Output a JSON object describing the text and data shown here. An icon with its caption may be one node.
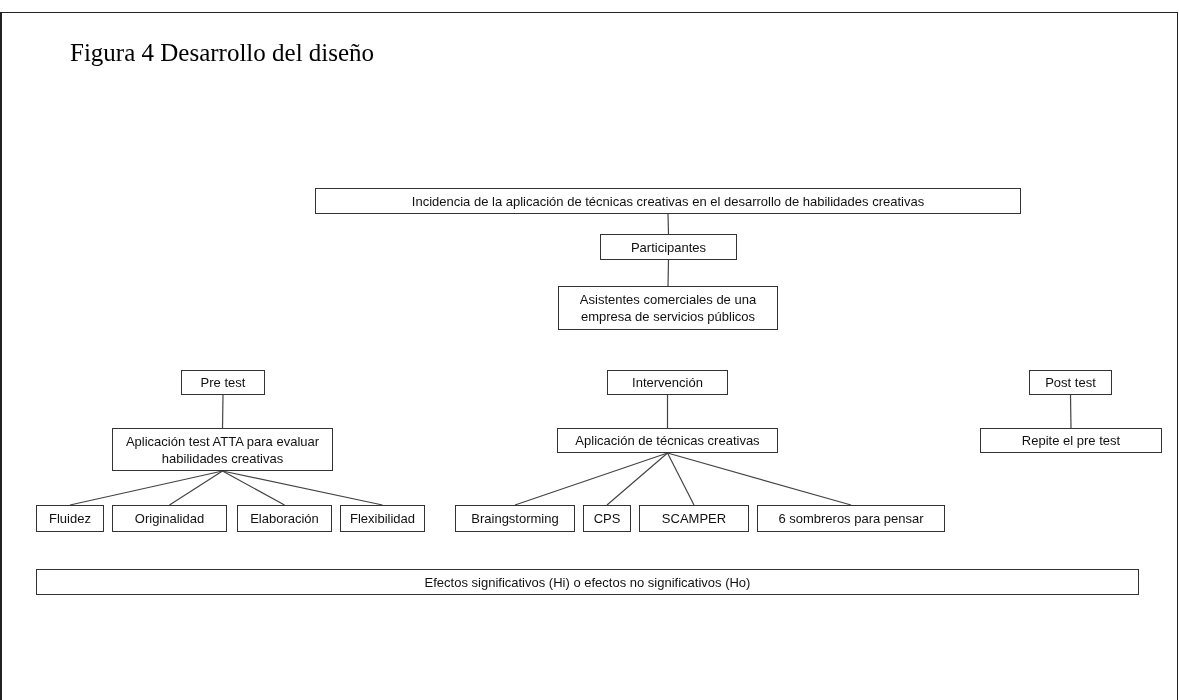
{
  "diagram": {
    "title": "Figura 4 Desarrollo del diseño",
    "nodes": [
      {
        "text": [
          "Incidencia de la aplicación de técnicas creativas en el desarrollo de habilidades creativas"
        ]
      },
      {
        "text": [
          "Participantes"
        ]
      },
      {
        "text": [
          "Asistentes comerciales de una empresa de servicios públicos"
        ]
      },
      {
        "text": [
          "Pre test"
        ]
      },
      {
        "text": [
          "Aplicación test ATTA para evaluar habilidades creativas"
        ]
      },
      {
        "text": [
          "Fluidez"
        ]
      },
      {
        "text": [
          "Originalidad"
        ]
      },
      {
        "text": [
          "Elaboración"
        ]
      },
      {
        "text": [
          "Flexibilidad"
        ]
      },
      {
        "text": [
          "Intervención"
        ]
      },
      {
        "text": [
          "Aplicación de técnicas creativas"
        ]
      },
      {
        "text": [
          "Braingstorming"
        ]
      },
      {
        "text": [
          "CPS"
        ]
      },
      {
        "text": [
          "SCAMPER"
        ]
      },
      {
        "text": [
          "6 sombreros para pensar"
        ]
      },
      {
        "text": [
          "Post test"
        ]
      },
      {
        "text": [
          "Repite el pre test"
        ]
      },
      {
        "text": [
          "Efectos significativos (Hi) o efectos no significativos (Ho)"
        ]
      }
    ],
    "edges": [
      {
        "from": 0,
        "to": 1,
        "arrow": "none"
      },
      {
        "from": 1,
        "to": 2,
        "arrow": "none"
      },
      {
        "from": 3,
        "to": 4,
        "arrow": "none"
      },
      {
        "from": 4,
        "to": 5,
        "arrow": "none"
      },
      {
        "from": 4,
        "to": 6,
        "arrow": "none"
      },
      {
        "from": 4,
        "to": 7,
        "arrow": "none"
      },
      {
        "from": 4,
        "to": 8,
        "arrow": "none"
      },
      {
        "from": 9,
        "to": 10,
        "arrow": "none"
      },
      {
        "from": 10,
        "to": 11,
        "arrow": "none"
      },
      {
        "from": 10,
        "to": 12,
        "arrow": "none"
      },
      {
        "from": 10,
        "to": 13,
        "arrow": "none"
      },
      {
        "from": 10,
        "to": 14,
        "arrow": "none"
      },
      {
        "from": 15,
        "to": 16,
        "arrow": "none"
      }
    ]
  }
}
